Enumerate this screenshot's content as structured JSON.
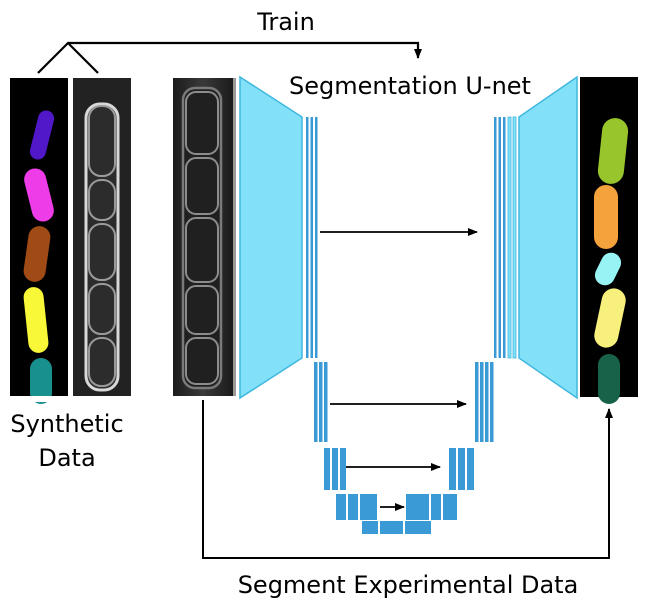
{
  "labels": {
    "train": "Train",
    "unet": "Segmentation U-net",
    "synthetic_line1": "Synthetic",
    "synthetic_line2": "Data",
    "segment": "Segment Experimental Data"
  },
  "colors": {
    "encoder_decoder_fill": "#82e1f8",
    "encoder_decoder_stroke": "#3fb7df",
    "conv_block": "#3a9ad6",
    "arrow": "#000000",
    "image_bg": "#000000",
    "synthetic_cells": [
      "#5018c8",
      "#ee3ce8",
      "#a04a16",
      "#f8f838",
      "#18908e"
    ],
    "segmented_cells": [
      "#98c42c",
      "#f4a23c",
      "#98f4f4",
      "#f8f07c",
      "#18624a"
    ]
  },
  "icons": {
    "synthetic_mask": "labeled-cell-mask",
    "synthetic_phase": "synthetic-phase-contrast-image",
    "experimental_phase": "experimental-phase-contrast-image",
    "output_mask": "segmented-cell-mask"
  }
}
